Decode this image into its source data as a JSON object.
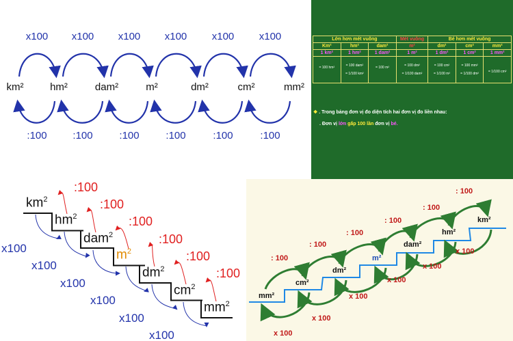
{
  "units": [
    "km²",
    "hm²",
    "dam²",
    "m²",
    "dm²",
    "cm²",
    "mm²"
  ],
  "multiply_label": "x100",
  "divide_label": ":100",
  "table": {
    "group_bigger": "Lớn hơn mét vuông",
    "group_meter": "Mét vuông",
    "group_smaller": "Bé hơn mét vuông",
    "headers": [
      "Km²",
      "hm²",
      "dam²",
      "m²",
      "dm²",
      "cm²",
      "mm²"
    ],
    "row_one": [
      "1 km²",
      "1 hm²",
      "1 dam²",
      "1 m²",
      "1 dm²",
      "1 cm²",
      "1 mm²"
    ],
    "row_eq_a": [
      "= 100 hm²",
      "= 100 dam²",
      "= 100 m²",
      "= 100 dm²",
      "= 100 cm²",
      "= 100 mm²",
      ""
    ],
    "row_eq_b": [
      "",
      "= 1/100 km²",
      "",
      "= 1/100 dam²",
      "= 1/100 m²",
      "= 1/100 dm²",
      "= 1/100 cm²"
    ],
    "note_line1": ". Trong bảng đơn vị đo diện tích hai đơn vị đo liền nhau:",
    "note_line2_a": ". Đơn vị",
    "note_line2_b": "lớn",
    "note_line2_c": "gấp",
    "note_line2_d": "100 lần",
    "note_line2_e": "đơn vị",
    "note_line2_f": "bé."
  },
  "stairs_left": {
    "units": [
      "km",
      "hm",
      "dam",
      "m",
      "dm",
      "cm",
      "mm"
    ],
    "sup": "2",
    "divide_label": ":100",
    "multiply_label": "x100"
  },
  "stairs_right": {
    "units": [
      "mm²",
      "cm²",
      "dm²",
      "m²",
      "dam²",
      "hm²",
      "km²"
    ],
    "divide_label": ": 100",
    "multiply_label": "x 100"
  },
  "colors": {
    "blue": "#2233aa",
    "red": "#e02020",
    "green": "#2e7d32",
    "orange": "#e08a00",
    "board": "#1f6b2a"
  }
}
